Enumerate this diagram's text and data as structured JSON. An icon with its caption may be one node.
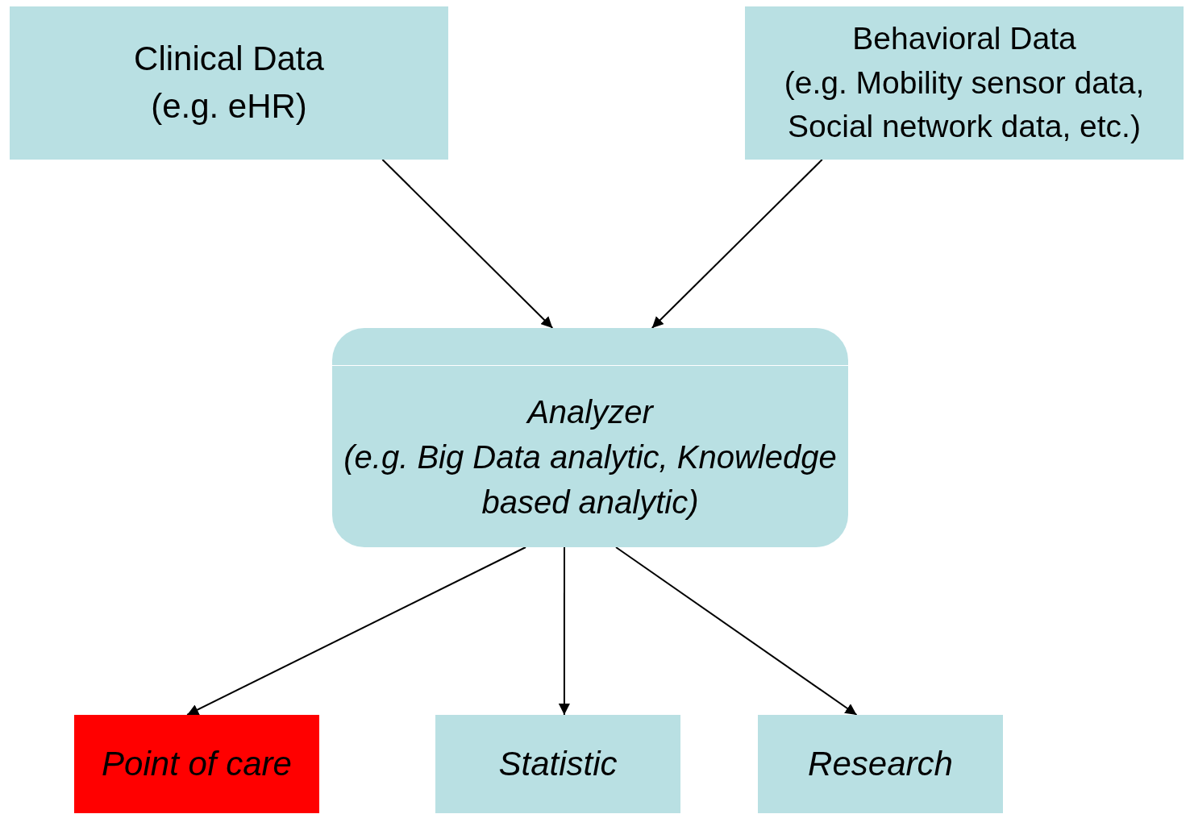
{
  "diagram": {
    "nodes": [
      {
        "text": [
          "Clinical Data",
          "(e.g. eHR)"
        ]
      },
      {
        "text": [
          "Behavioral Data",
          "(e.g. Mobility sensor data, Social network data, etc.)"
        ]
      },
      {
        "text": [
          "Analyzer",
          "(e.g. Big Data analytic, Knowledge based analytic)"
        ]
      },
      {
        "text": [
          "Point of care"
        ]
      },
      {
        "text": [
          "Statistic"
        ]
      },
      {
        "text": [
          "Research"
        ]
      }
    ],
    "edges": [
      {
        "from": 0,
        "to": 2,
        "arrow": "to"
      },
      {
        "from": 1,
        "to": 2,
        "arrow": "to"
      },
      {
        "from": 2,
        "to": 3,
        "arrow": "to"
      },
      {
        "from": 2,
        "to": 4,
        "arrow": "to"
      },
      {
        "from": 2,
        "to": 5,
        "arrow": "to"
      }
    ]
  }
}
